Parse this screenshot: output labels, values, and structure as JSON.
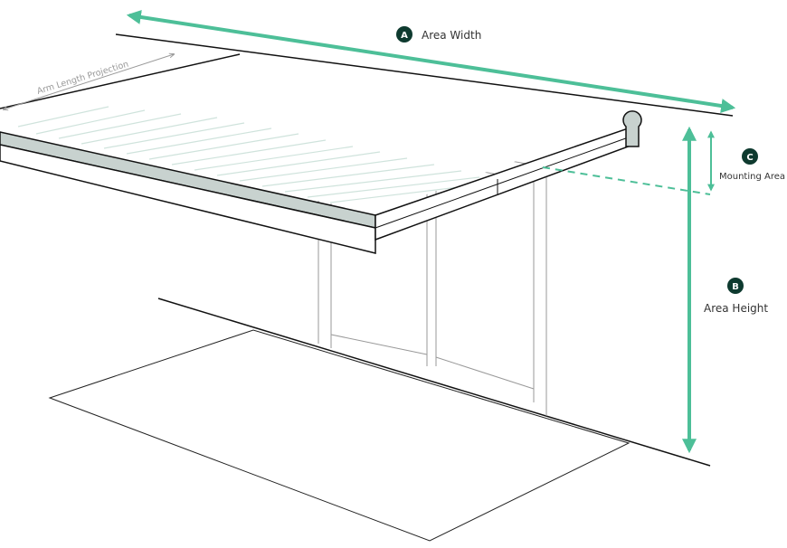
{
  "title": "Awning measurement diagram",
  "colors": {
    "accent": "#4dbf98",
    "badge": "#0e3a2f",
    "line": "#111111",
    "fabric_edge": "#c8d2cf",
    "slats": "#cfe3dc"
  },
  "labels": {
    "arm_length": "Arm Length Projection",
    "a": {
      "badge": "A",
      "text": "Area Width"
    },
    "b": {
      "badge": "B",
      "text": "Area Height"
    },
    "c": {
      "badge": "C",
      "text": "Mounting Area"
    }
  }
}
